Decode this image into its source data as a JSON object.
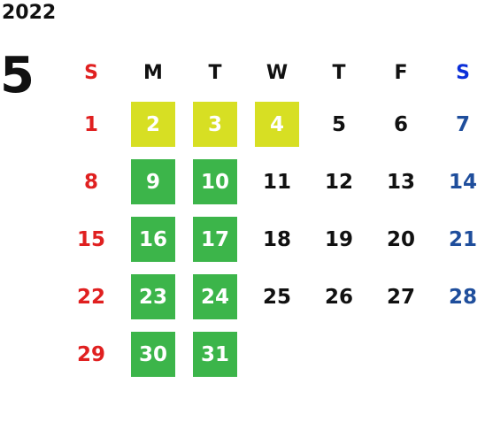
{
  "year": "2022",
  "month": "5",
  "colors": {
    "sunday": "#e02020",
    "saturday_header": "#0b2fd9",
    "saturday": "#1f4e9c",
    "weekday": "#111111",
    "holiday_bg": "#d7df23",
    "highlight_bg": "#3cb54a"
  },
  "weekdays": [
    "S",
    "M",
    "T",
    "W",
    "T",
    "F",
    "S"
  ],
  "weeks": [
    [
      {
        "day": "1",
        "kind": "sun"
      },
      {
        "day": "2",
        "kind": "holiday"
      },
      {
        "day": "3",
        "kind": "holiday"
      },
      {
        "day": "4",
        "kind": "holiday"
      },
      {
        "day": "5",
        "kind": "normal"
      },
      {
        "day": "6",
        "kind": "normal"
      },
      {
        "day": "7",
        "kind": "sat"
      }
    ],
    [
      {
        "day": "8",
        "kind": "sun"
      },
      {
        "day": "9",
        "kind": "highlight"
      },
      {
        "day": "10",
        "kind": "highlight"
      },
      {
        "day": "11",
        "kind": "normal"
      },
      {
        "day": "12",
        "kind": "normal"
      },
      {
        "day": "13",
        "kind": "normal"
      },
      {
        "day": "14",
        "kind": "sat"
      }
    ],
    [
      {
        "day": "15",
        "kind": "sun"
      },
      {
        "day": "16",
        "kind": "highlight"
      },
      {
        "day": "17",
        "kind": "highlight"
      },
      {
        "day": "18",
        "kind": "normal"
      },
      {
        "day": "19",
        "kind": "normal"
      },
      {
        "day": "20",
        "kind": "normal"
      },
      {
        "day": "21",
        "kind": "sat"
      }
    ],
    [
      {
        "day": "22",
        "kind": "sun"
      },
      {
        "day": "23",
        "kind": "highlight"
      },
      {
        "day": "24",
        "kind": "highlight"
      },
      {
        "day": "25",
        "kind": "normal"
      },
      {
        "day": "26",
        "kind": "normal"
      },
      {
        "day": "27",
        "kind": "normal"
      },
      {
        "day": "28",
        "kind": "sat"
      }
    ],
    [
      {
        "day": "29",
        "kind": "sun"
      },
      {
        "day": "30",
        "kind": "highlight"
      },
      {
        "day": "31",
        "kind": "highlight"
      },
      {
        "day": "",
        "kind": "empty"
      },
      {
        "day": "",
        "kind": "empty"
      },
      {
        "day": "",
        "kind": "empty"
      },
      {
        "day": "",
        "kind": "empty"
      }
    ]
  ]
}
